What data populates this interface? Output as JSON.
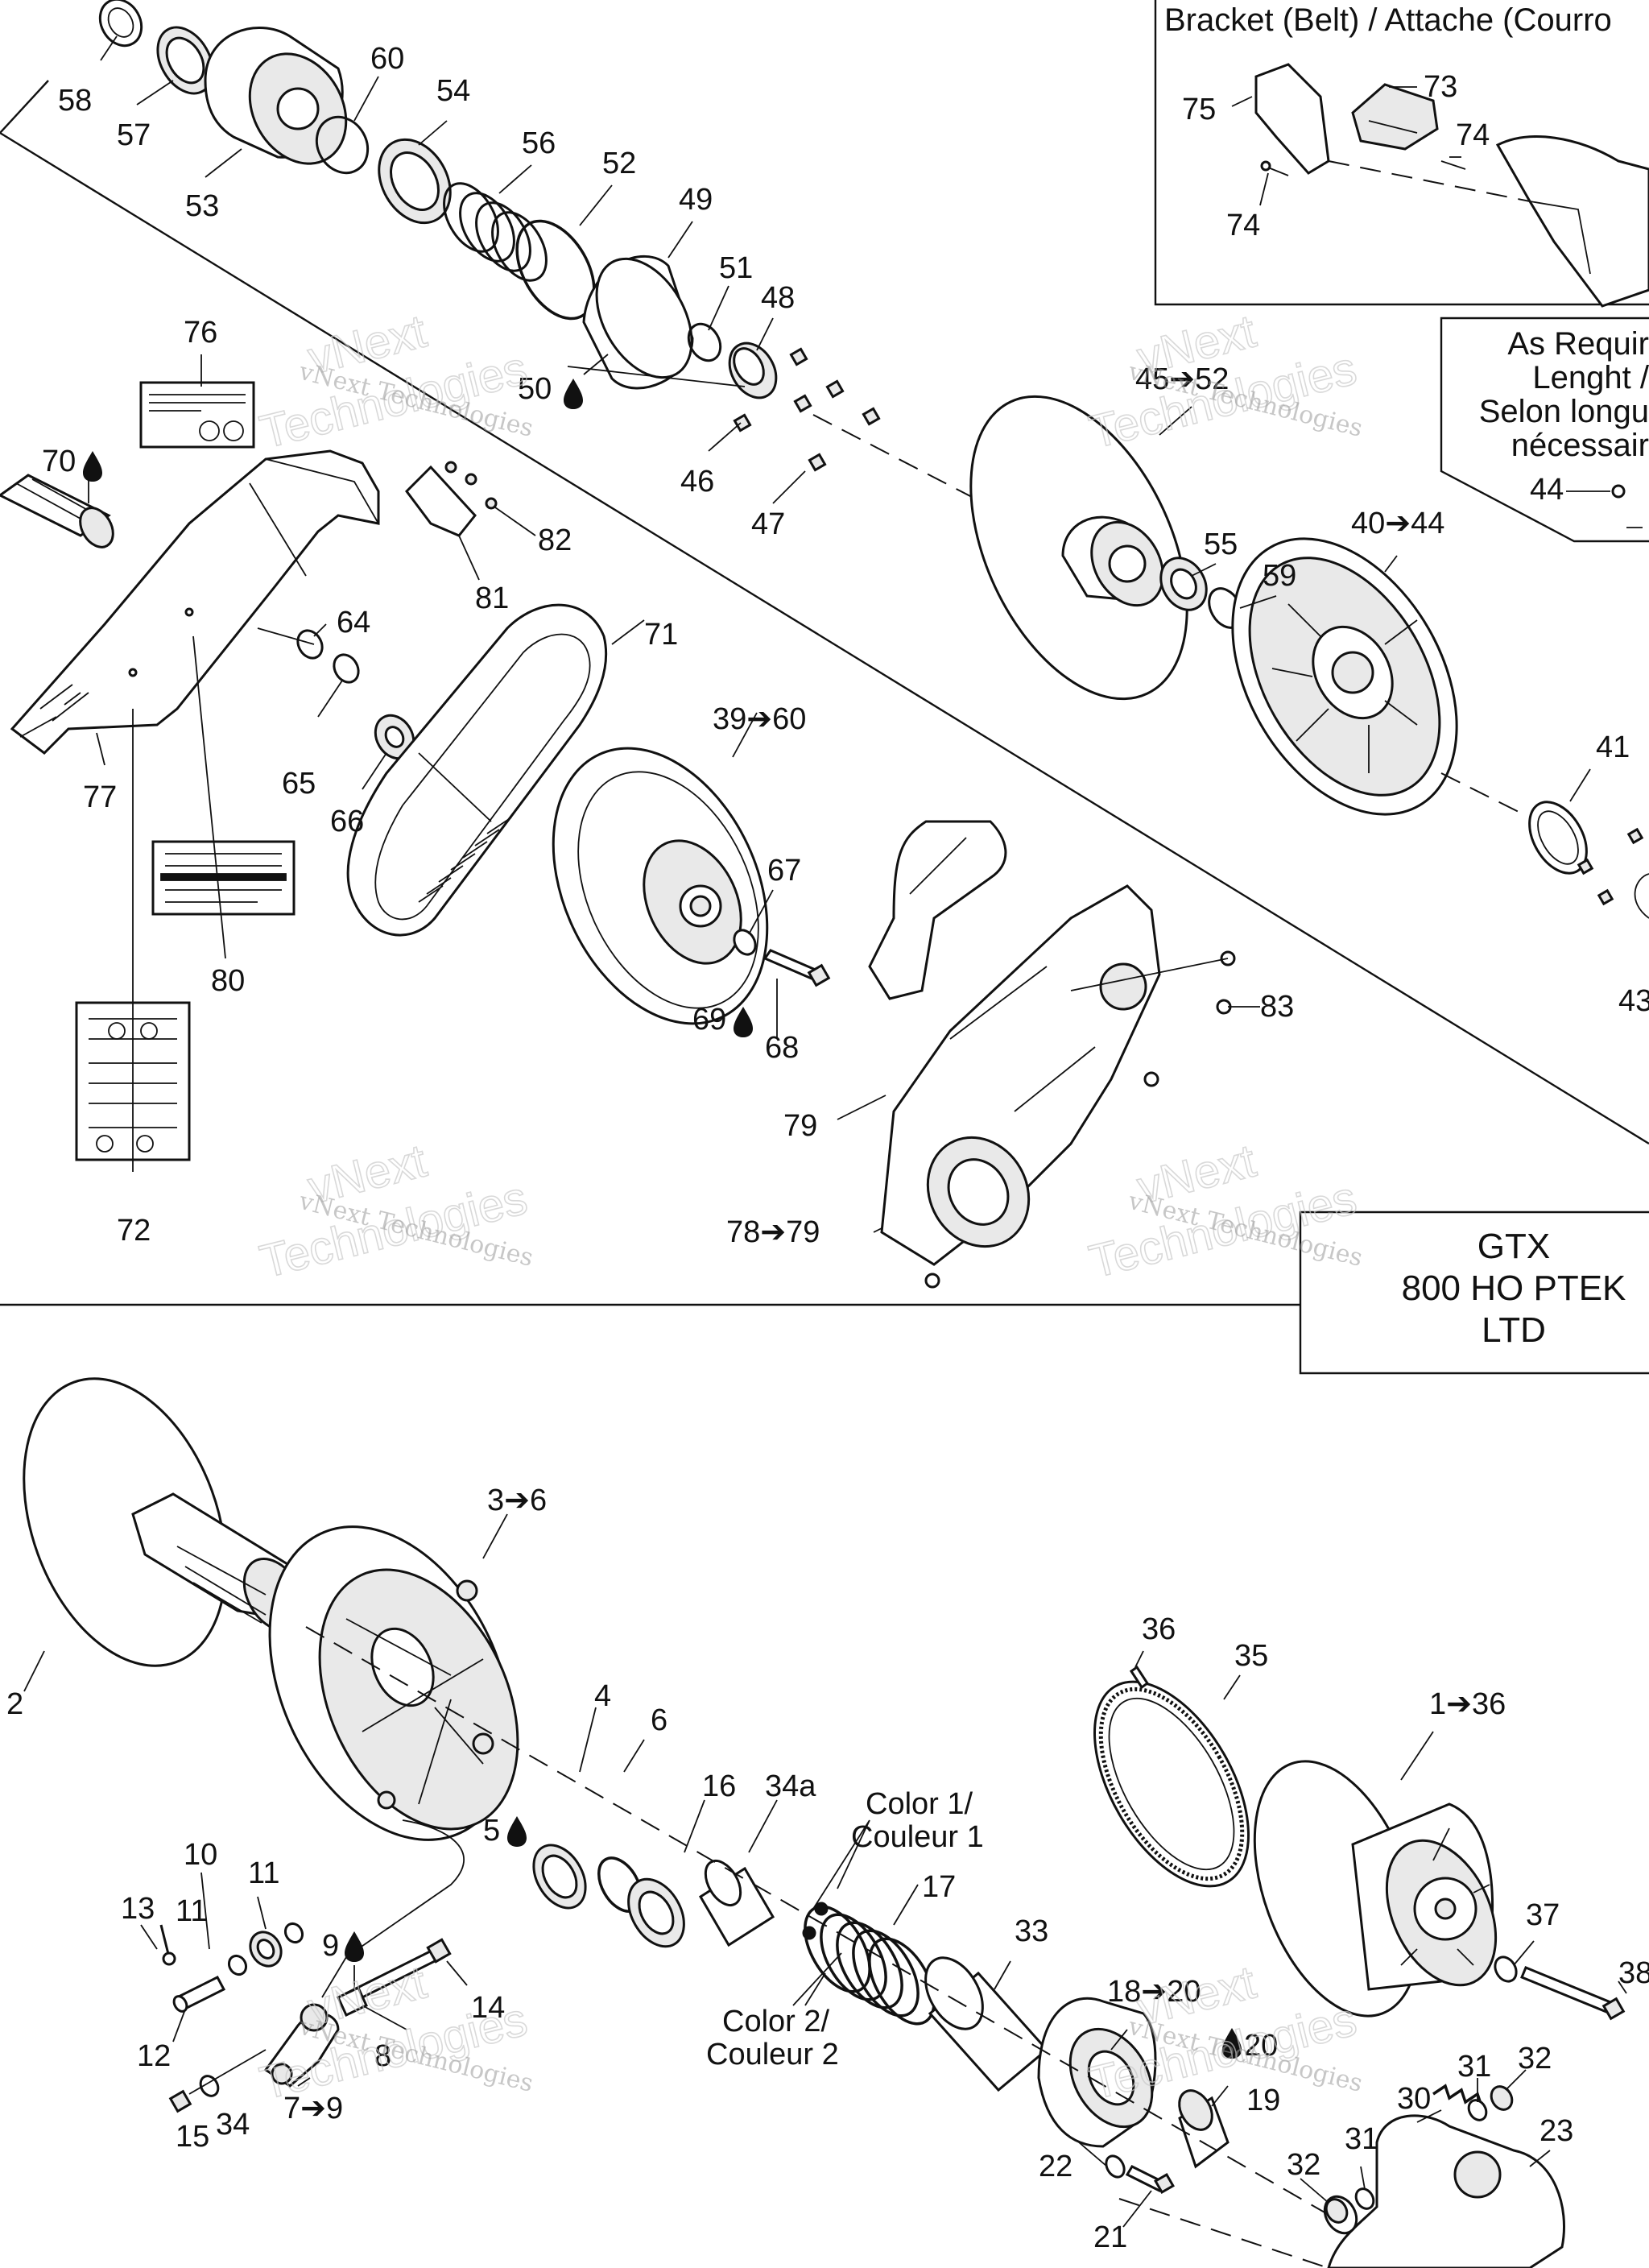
{
  "watermark": {
    "small": "vNext Technologies",
    "big_line1": "vNext",
    "big_line2": "Technologies"
  },
  "inset_bracket": {
    "title": "Bracket (Belt) / Attache (Courro"
  },
  "inset_length": {
    "lines": [
      "As Requir",
      "Lenght /",
      "Selon longu",
      "nécessair"
    ]
  },
  "model_box": {
    "lines": [
      "GTX",
      "800 HO PTEK",
      "LTD"
    ]
  },
  "labels": {
    "l58": "58",
    "l57": "57",
    "l53": "53",
    "l60": "60",
    "l54": "54",
    "l56": "56",
    "l52": "52",
    "l49": "49",
    "l51": "51",
    "l48": "48",
    "l50": "50",
    "l46": "46",
    "l47": "47",
    "l76": "76",
    "l70": "70",
    "l82": "82",
    "l81": "81",
    "l64": "64",
    "l65": "65",
    "l66": "66",
    "l71": "71",
    "l77": "77",
    "l80": "80",
    "l72": "72",
    "l39_60": "39➔60",
    "l67": "67",
    "l69": "69",
    "l68": "68",
    "l79": "79",
    "l78_79": "78➔79",
    "l83": "83",
    "l45_52": "45➔52",
    "l55": "55",
    "l59": "59",
    "l40_44": "40➔44",
    "l41": "41",
    "l43": "43",
    "l75": "75",
    "l73": "73",
    "l74a": "74",
    "l74b": "74",
    "l44": "44",
    "l2": "2",
    "l3_6": "3➔6",
    "l4": "4",
    "l6": "6",
    "l5": "5",
    "l16": "16",
    "l34a": "34a",
    "l_color1a": "Color 1/",
    "l_color1b": "Couleur 1",
    "l17": "17",
    "l33": "33",
    "l_color2a": "Color 2/",
    "l_color2b": "Couleur 2",
    "l36": "36",
    "l35": "35",
    "l1_36": "1➔36",
    "l37": "37",
    "l38": "38",
    "l10": "10",
    "l11a": "11",
    "l11b": "11",
    "l13": "13",
    "l9": "9",
    "l14": "14",
    "l12": "12",
    "l8": "8",
    "l7_9": "7➔9",
    "l15": "15",
    "l34": "34",
    "l18_20": "18➔20",
    "l20": "20",
    "l19": "19",
    "l22": "22",
    "l21": "21",
    "l30": "30",
    "l31a": "31",
    "l32a": "32",
    "l32b": "32",
    "l31b": "31",
    "l23": "23"
  },
  "icons": {
    "drop": "lubricant-drop-icon",
    "arrow": "range-arrow-icon"
  },
  "colors": {
    "ink": "#111111",
    "watermark": "#9a9a9a",
    "background": "#ffffff"
  }
}
